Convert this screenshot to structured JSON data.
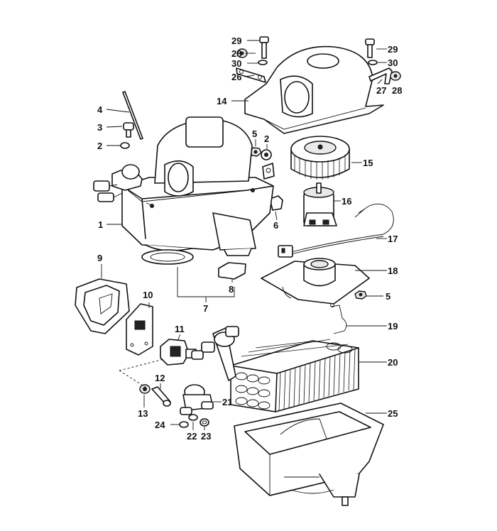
{
  "callouts": {
    "c1": "1",
    "c2a": "2",
    "c2b": "2",
    "c3": "3",
    "c4": "4",
    "c5a": "5",
    "c5b": "5",
    "c6": "6",
    "c7": "7",
    "c8": "8",
    "c9": "9",
    "c10": "10",
    "c11": "11",
    "c12": "12",
    "c13": "13",
    "c14": "14",
    "c15": "15",
    "c16": "16",
    "c17": "17",
    "c18": "18",
    "c19": "19",
    "c20": "20",
    "c21": "21",
    "c22": "22",
    "c23": "23",
    "c24": "24",
    "c25": "25",
    "c26": "26",
    "c27": "27",
    "c28a": "28",
    "c28b": "28",
    "c29a": "29",
    "c29b": "29",
    "c30a": "30",
    "c30b": "30"
  }
}
